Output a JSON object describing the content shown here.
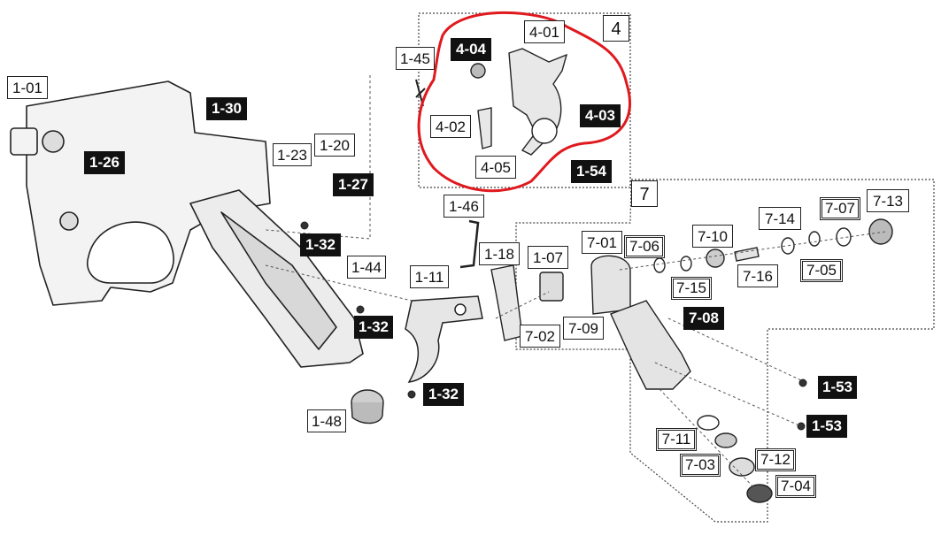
{
  "group_labels": {
    "g4": "4",
    "g7": "7"
  },
  "highlight_color": "#e0191e",
  "parts": {
    "p1_01": "1-01",
    "p1_26": "1-26",
    "p1_30": "1-30",
    "p1_23": "1-23",
    "p1_20": "1-20",
    "p1_27": "1-27",
    "p1_32a": "1-32",
    "p1_32b": "1-32",
    "p1_32c": "1-32",
    "p1_44": "1-44",
    "p1_11": "1-11",
    "p1_18": "1-18",
    "p1_46": "1-46",
    "p1_07": "1-07",
    "p1_45": "1-45",
    "p1_48": "1-48",
    "p1_53a": "1-53",
    "p1_53b": "1-53",
    "p1_54": "1-54",
    "p4_01": "4-01",
    "p4_02": "4-02",
    "p4_03": "4-03",
    "p4_04": "4-04",
    "p4_05": "4-05",
    "p7_01": "7-01",
    "p7_02": "7-02",
    "p7_03": "7-03",
    "p7_04": "7-04",
    "p7_05": "7-05",
    "p7_06": "7-06",
    "p7_07": "7-07",
    "p7_08": "7-08",
    "p7_09": "7-09",
    "p7_10": "7-10",
    "p7_11": "7-11",
    "p7_12": "7-12",
    "p7_13": "7-13",
    "p7_14": "7-14",
    "p7_15": "7-15",
    "p7_16": "7-16"
  }
}
